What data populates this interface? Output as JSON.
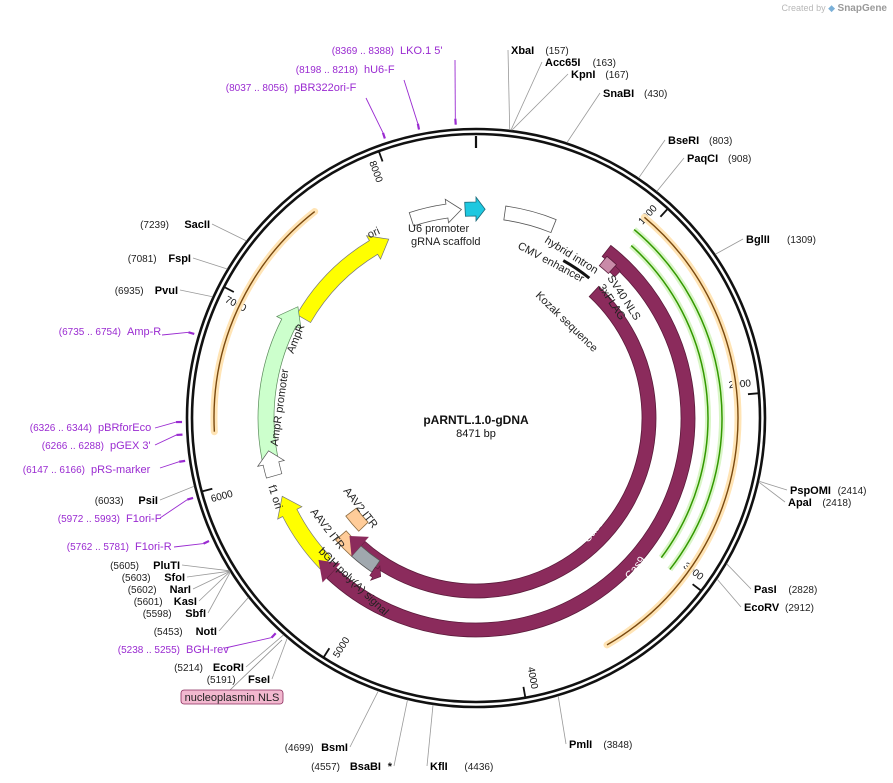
{
  "credit": {
    "prefix": "Created by",
    "brand": "SnapGene"
  },
  "plasmid": {
    "name": "pARNTL.1.0-gDNA",
    "size_label": "8471 bp",
    "length": 8471
  },
  "colors": {
    "cas9": "#8b2b5c",
    "ori": "#ffff00",
    "ampr": "#ccffcc",
    "orange_feature": "#ffcc99",
    "grey_feature": "#a0a8ae",
    "light_orange": "#ffe4b5",
    "cyan": "#1ec8e0",
    "green": "#339900",
    "primer": "#9a2bd1",
    "enzyme": "#000000",
    "nls_box": "#f2b8cf"
  },
  "ticks": [
    {
      "bp": 1000,
      "label": "1000"
    },
    {
      "bp": 2000,
      "label": "2000"
    },
    {
      "bp": 3000,
      "label": "3000"
    },
    {
      "bp": 4000,
      "label": "4000"
    },
    {
      "bp": 5000,
      "label": "5000"
    },
    {
      "bp": 6000,
      "label": "6000"
    },
    {
      "bp": 7000,
      "label": "7000"
    },
    {
      "bp": 8000,
      "label": "8000"
    }
  ],
  "enzymes": [
    {
      "name": "XbaI",
      "pos": "(157)",
      "bp": 157
    },
    {
      "name": "Acc65I",
      "pos": "(163)",
      "bp": 163
    },
    {
      "name": "KpnI",
      "pos": "(167)",
      "bp": 167
    },
    {
      "name": "SnaBI",
      "pos": "(430)",
      "bp": 430
    },
    {
      "name": "BseRI",
      "pos": "(803)",
      "bp": 803
    },
    {
      "name": "PaqCI",
      "pos": "(908)",
      "bp": 908
    },
    {
      "name": "BglII",
      "pos": "(1309)",
      "bp": 1309
    },
    {
      "name": "PspOMI",
      "pos": "(2414)",
      "bp": 2414
    },
    {
      "name": "ApaI",
      "pos": "(2418)",
      "bp": 2418
    },
    {
      "name": "PasI",
      "pos": "(2828)",
      "bp": 2828
    },
    {
      "name": "EcoRV",
      "pos": "(2912)",
      "bp": 2912
    },
    {
      "name": "PmlI",
      "pos": "(3848)",
      "bp": 3848
    },
    {
      "name": "KflI",
      "pos": "(4436)",
      "bp": 4436
    },
    {
      "name": "BsaBI",
      "pos": "(4557)",
      "bp": 4557,
      "suffix": "*"
    },
    {
      "name": "BsmI",
      "pos": "(4699)",
      "bp": 4699
    },
    {
      "name": "FseI",
      "pos": "(5191)",
      "bp": 5191
    },
    {
      "name": "EcoRI",
      "pos": "(5214)",
      "bp": 5214
    },
    {
      "name": "NotI",
      "pos": "(5453)",
      "bp": 5453
    },
    {
      "name": "SbfI",
      "pos": "(5598)",
      "bp": 5598
    },
    {
      "name": "KasI",
      "pos": "(5601)",
      "bp": 5601
    },
    {
      "name": "NarI",
      "pos": "(5602)",
      "bp": 5602
    },
    {
      "name": "SfoI",
      "pos": "(5603)",
      "bp": 5603
    },
    {
      "name": "PluTI",
      "pos": "(5605)",
      "bp": 5605
    },
    {
      "name": "PsiI",
      "pos": "(6033)",
      "bp": 6033
    },
    {
      "name": "PvuI",
      "pos": "(6935)",
      "bp": 6935
    },
    {
      "name": "FspI",
      "pos": "(7081)",
      "bp": 7081
    },
    {
      "name": "SacII",
      "pos": "(7239)",
      "bp": 7239
    }
  ],
  "primers": [
    {
      "name": "LKO.1 5'",
      "range": "(8369 .. 8388)",
      "bp": 8378
    },
    {
      "name": "hU6-F",
      "range": "(8198 .. 8218)",
      "bp": 8208
    },
    {
      "name": "pBR322ori-F",
      "range": "(8037 .. 8056)",
      "bp": 8046
    },
    {
      "name": "Amp-R",
      "range": "(6735 .. 6754)",
      "bp": 6744
    },
    {
      "name": "pBRforEco",
      "range": "(6326 .. 6344)",
      "bp": 6335
    },
    {
      "name": "pGEX 3'",
      "range": "(6266 .. 6288)",
      "bp": 6277
    },
    {
      "name": "pRS-marker",
      "range": "(6147 .. 6166)",
      "bp": 6156
    },
    {
      "name": "F1ori-F",
      "range": "(5972 .. 5993)",
      "bp": 5982
    },
    {
      "name": "F1ori-R",
      "range": "(5762 .. 5781)",
      "bp": 5771
    },
    {
      "name": "BGH-rev",
      "range": "(5238 .. 5255)",
      "bp": 5246
    }
  ],
  "features": {
    "ori": "ori",
    "u6_promoter": "U6 promoter",
    "grna_scaffold": "gRNA scaffold",
    "cmv_enhancer": "CMV enhancer",
    "hybrid_intron": "hybrid intron",
    "sv40_nls": "SV40 NLS",
    "flag": "3xFLAG",
    "kozak": "Kozak sequence",
    "cas9_inner": "Cas9",
    "cas9_outer": "Cas9",
    "ampr": "AmpR",
    "ampr_promoter": "AmpR promoter",
    "f1_ori": "f1 ori",
    "aav2_itr_1": "AAV2 ITR",
    "aav2_itr_2": "AAV2 ITR",
    "bgh": "bGH poly(A) signal",
    "nucleoplasmin": "nucleoplasmin NLS"
  }
}
